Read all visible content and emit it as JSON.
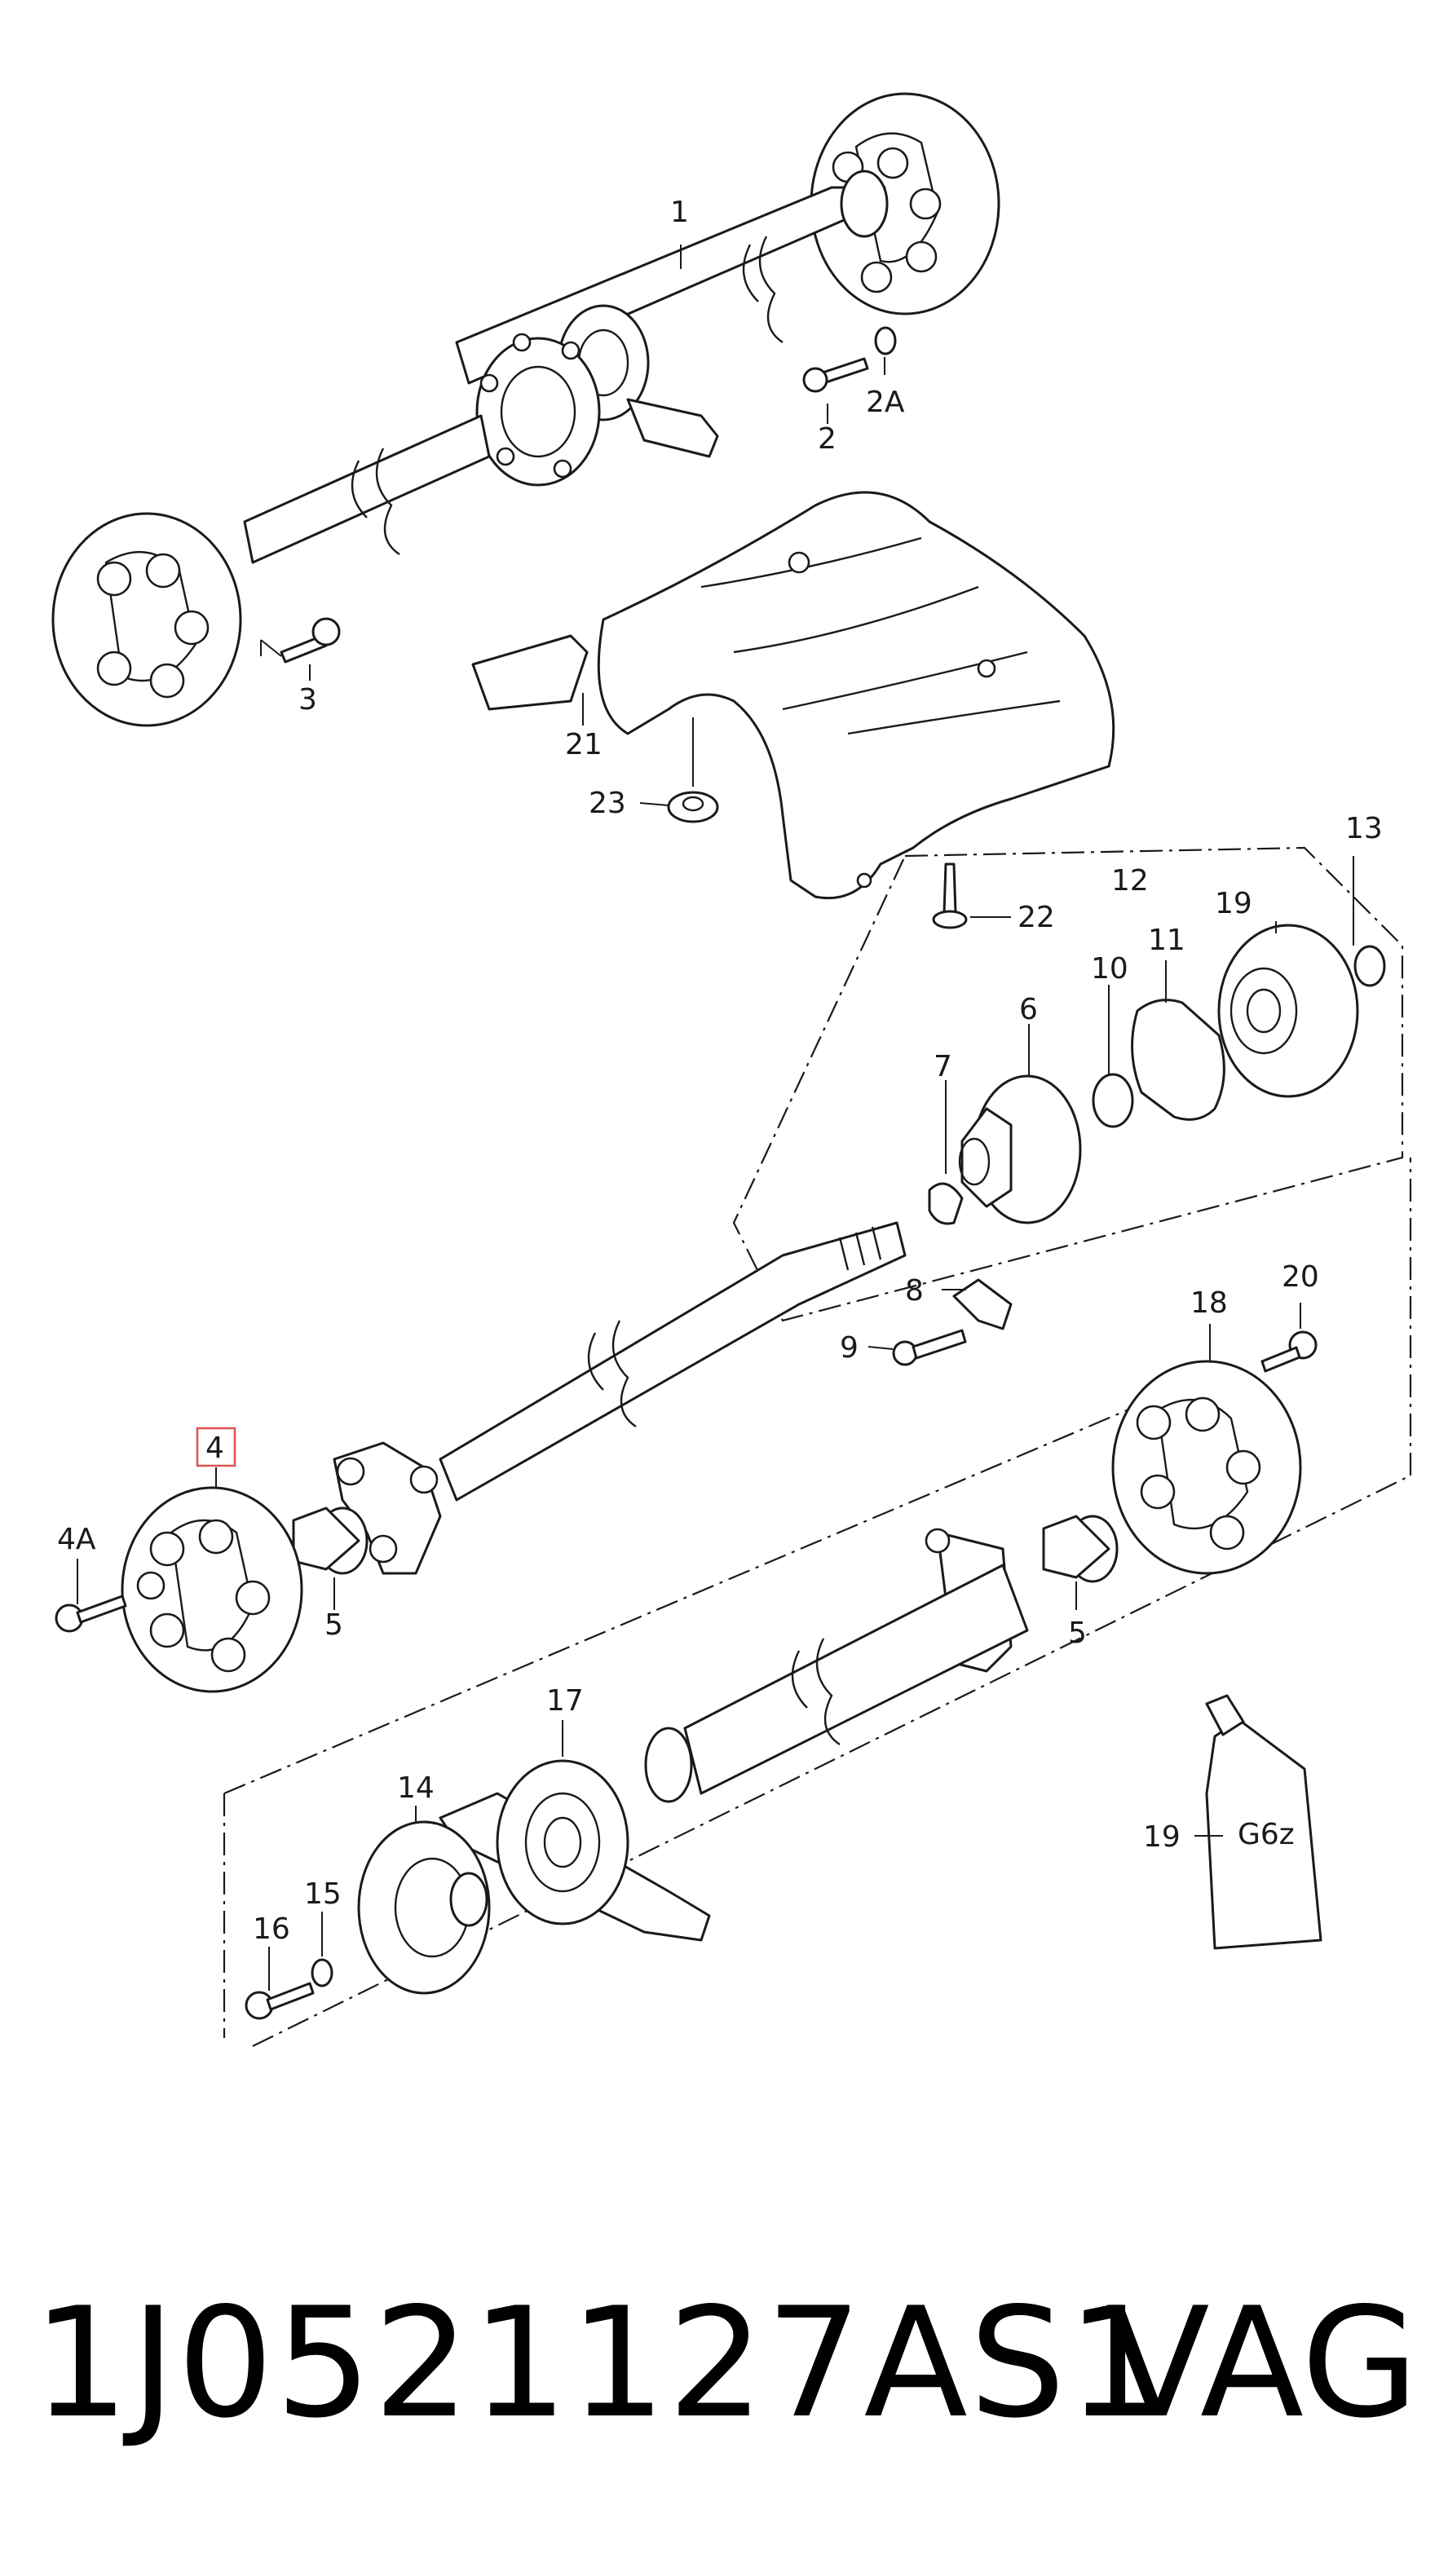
{
  "callouts": {
    "c1": "1",
    "c2": "2",
    "c2a": "2A",
    "c3": "3",
    "c4": "4",
    "c4a": "4A",
    "c5a": "5",
    "c5b": "5",
    "c6": "6",
    "c7": "7",
    "c8": "8",
    "c9": "9",
    "c10": "10",
    "c11": "11",
    "c12": "12",
    "c13": "13",
    "c14": "14",
    "c15": "15",
    "c16": "16",
    "c17": "17",
    "c18": "18",
    "c19a": "19",
    "c19b": "19",
    "c20": "20",
    "c21": "21",
    "c22": "22",
    "c23": "23"
  },
  "tube_label": "G6z",
  "highlight_color": "#d9534f",
  "footer": {
    "part_number": "1J0521127AS1",
    "brand": "VAG"
  }
}
